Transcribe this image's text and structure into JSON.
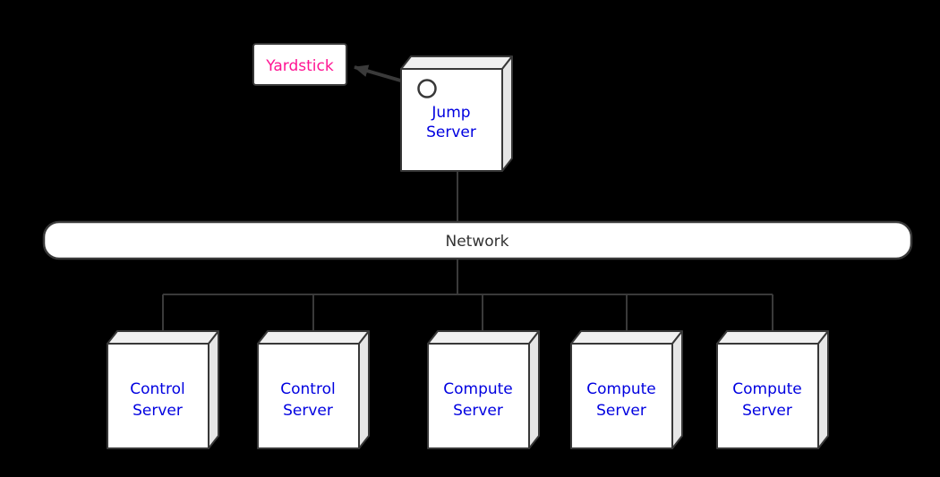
{
  "colors": {
    "background": "#000000",
    "line": "#3a3a3a",
    "box_border": "#383838",
    "box_fill": "#ffffff",
    "box_top_fill": "#f0f0f0",
    "box_side_fill": "#e6e6e6",
    "server_label": "#0000e0",
    "note_label": "#ff1493",
    "network_label": "#333333"
  },
  "note": {
    "label": "Yardstick"
  },
  "jump_server": {
    "line1": "Jump",
    "line2": "Server"
  },
  "network": {
    "label": "Network"
  },
  "servers": [
    {
      "line1": "Control",
      "line2": "Server"
    },
    {
      "line1": "Control",
      "line2": "Server"
    },
    {
      "line1": "Compute",
      "line2": "Server"
    },
    {
      "line1": "Compute",
      "line2": "Server"
    },
    {
      "line1": "Compute",
      "line2": "Server"
    }
  ]
}
